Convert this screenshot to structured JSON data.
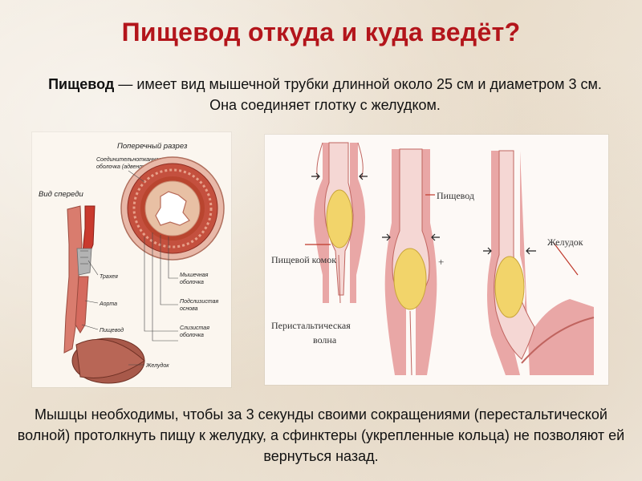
{
  "title": "Пищевод откуда и куда ведёт?",
  "intro": {
    "term": "Пищевод",
    "text": " — имеет вид мышечной трубки длинной около 25 см и диаметром 3 см. Она соединяет глотку с желудком."
  },
  "left_figure": {
    "cross_section_title": "Поперечный разрез",
    "front_view_title": "Вид спереди",
    "connective_line1": "Соединительнотканная",
    "connective_line2": "оболочка (адвентиция)",
    "trachea": "Трахея",
    "aorta": "Аорта",
    "esophagus": "Пищевод",
    "stomach": "Желудок",
    "muscular_line1": "Мышечная",
    "muscular_line2": "оболочка",
    "submucosa_line1": "Подслизистая",
    "submucosa_line2": "основа",
    "mucosa_line1": "Слизистая",
    "mucosa_line2": "оболочка"
  },
  "right_figure": {
    "esophagus": "Пищевод",
    "food_bolus": "Пищевой комок",
    "plus": "+",
    "stomach": "Желудок",
    "wave_line1": "Перистальтическая",
    "wave_line2": "волна"
  },
  "outro": "Мышцы необходимы, чтобы за 3 секунды своими сокращениями (перестальтической волной) протолкнуть пищу к желудку, а сфинктеры (укрепленные кольца) не позволяют ей вернуться назад.",
  "colors": {
    "title": "#b3151b",
    "tissue": "#e9a7a6",
    "tissue_dark": "#c0645f",
    "bolus": "#f2d46a",
    "trachea": "#a7a7a7"
  }
}
